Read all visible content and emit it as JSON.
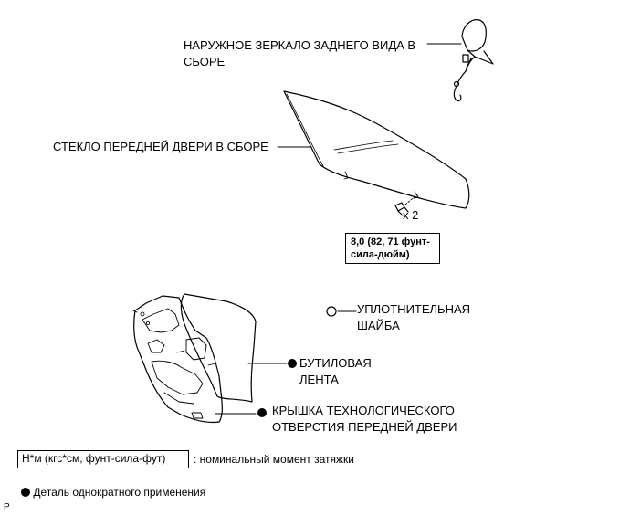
{
  "labels": {
    "mirror": [
      "НАРУЖНОЕ ЗЕРКАЛО ЗАДНЕГО ВИДА В",
      "СБОРЕ"
    ],
    "glass": "СТЕКЛО ПЕРЕДНЕЙ ДВЕРИ В СБОРЕ",
    "bolt_qty": "x 2",
    "torque": [
      "8,0 (82, 71 фунт-",
      "сила-дюйм)"
    ],
    "washer": [
      "УПЛОТНИТЕЛЬНАЯ",
      "ШАЙБА"
    ],
    "butyl": [
      "БУТИЛОВАЯ",
      "ЛЕНТА"
    ],
    "cover": [
      "КРЫШКА ТЕХНОЛОГИЧЕСКОГО",
      "ОТВЕРСТИЯ ПЕРЕДНЕЙ ДВЕРИ"
    ]
  },
  "legend": {
    "unit_box": "Н*м (кгс*см, фунт-сила-фут)",
    "unit_desc": ": номинальный момент затяжки",
    "single_use": "Деталь однократного применения"
  },
  "corner_mark": "P",
  "colors": {
    "line": "#000000",
    "background": "#ffffff"
  }
}
